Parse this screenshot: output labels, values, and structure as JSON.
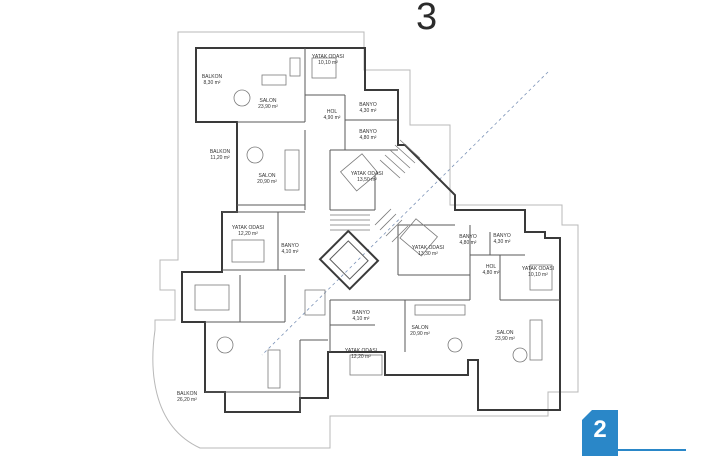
{
  "floor_number": "3",
  "page_number": "2",
  "colors": {
    "badge": "#2a87c8",
    "axis_line": "#7d94b8",
    "walls": "#3a3a3a"
  },
  "rooms": [
    {
      "id": "balkon-1",
      "name": "BALKON",
      "area": "8,30 m²"
    },
    {
      "id": "salon-1",
      "name": "SALON",
      "area": "23,90 m²"
    },
    {
      "id": "yatak-1",
      "name": "YATAK ODASI",
      "area": "10,10 m²"
    },
    {
      "id": "banyo-1",
      "name": "BANYO",
      "area": "4,30 m²"
    },
    {
      "id": "hol-1",
      "name": "HOL",
      "area": "4,90 m²"
    },
    {
      "id": "banyo-2",
      "name": "BANYO",
      "area": "4,80 m²"
    },
    {
      "id": "balkon-2",
      "name": "BALKON",
      "area": "11,20 m²"
    },
    {
      "id": "salon-2",
      "name": "SALON",
      "area": "20,90 m²"
    },
    {
      "id": "yatak-2",
      "name": "YATAK ODASI",
      "area": "13,50 m²"
    },
    {
      "id": "yatak-3",
      "name": "YATAK ODASI",
      "area": "12,20 m²"
    },
    {
      "id": "banyo-3",
      "name": "BANYO",
      "area": "4,10 m²"
    },
    {
      "id": "yatak-4",
      "name": "YATAK ODASI",
      "area": "13,30 m²"
    },
    {
      "id": "banyo-4",
      "name": "BANYO",
      "area": "4,80 m²"
    },
    {
      "id": "banyo-5",
      "name": "BANYO",
      "area": "4,30 m²"
    },
    {
      "id": "hol-2",
      "name": "HOL",
      "area": "4,80 m²"
    },
    {
      "id": "yatak-5",
      "name": "YATAK ODASI",
      "area": "10,10 m²"
    },
    {
      "id": "banyo-6",
      "name": "BANYO",
      "area": "4,10 m²"
    },
    {
      "id": "salon-3",
      "name": "SALON",
      "area": "20,90 m²"
    },
    {
      "id": "salon-4",
      "name": "SALON",
      "area": "23,90 m²"
    },
    {
      "id": "yatak-6",
      "name": "YATAK ODASI",
      "area": "12,20 m²"
    },
    {
      "id": "balkon-3",
      "name": "BALKON",
      "area": "26,20 m²"
    }
  ]
}
